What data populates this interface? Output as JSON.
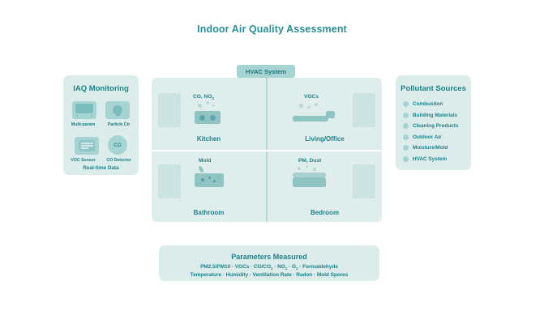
{
  "page": {
    "title": "Indoor Air Quality Assessment",
    "accent_color": "#2a8f96",
    "panel_bg": "#dbeceb",
    "floorplan_bg": "#dfedec",
    "device_color": "#a5d4d2"
  },
  "monitoring": {
    "title": "IAQ Monitoring",
    "devices": [
      {
        "icon": "monitor-icon",
        "label": "Multi-param"
      },
      {
        "icon": "particle-sensor-icon",
        "label": "Particle Ctr"
      },
      {
        "icon": "voc-sensor-icon",
        "label": "VOC Sensor"
      },
      {
        "icon": "co-detector-icon",
        "label": "CO Detector",
        "badge": "CO"
      }
    ],
    "footer": "Real-time Data"
  },
  "sources": {
    "title": "Pollutant Sources",
    "items": [
      {
        "label": "Combustion"
      },
      {
        "label": "Building Materials"
      },
      {
        "label": "Cleaning Products"
      },
      {
        "label": "Outdoor Air"
      },
      {
        "label": "Moisture/Mold"
      },
      {
        "label": "HVAC System"
      }
    ]
  },
  "hvac": {
    "label": "HVAC System",
    "arrows": 2
  },
  "floorplan": {
    "rooms": [
      {
        "name": "Kitchen",
        "tag": "CO, NO",
        "tag_sub": "2",
        "appliance": "stove"
      },
      {
        "name": "Living/Office",
        "tag": "VOCs",
        "tag_sub": "",
        "appliance": "sofa"
      },
      {
        "name": "Bathroom",
        "tag": "Mold",
        "tag_sub": "",
        "appliance": "tub"
      },
      {
        "name": "Bedroom",
        "tag": "PM, Dust",
        "tag_sub": "",
        "appliance": "bed"
      }
    ]
  },
  "parameters": {
    "title": "Parameters Measured",
    "line1_parts": [
      "PM2.5/PM10",
      "VOCs",
      "CO/CO",
      "NO",
      "O",
      "Formaldehyde"
    ],
    "line1_text": "PM2.5/PM10 · VOCs · CO/CO2 · NO2 · O3 · Formaldehyde",
    "line2_text": "Temperature · Humidity · Ventilation Rate · Radon · Mold Spores"
  }
}
